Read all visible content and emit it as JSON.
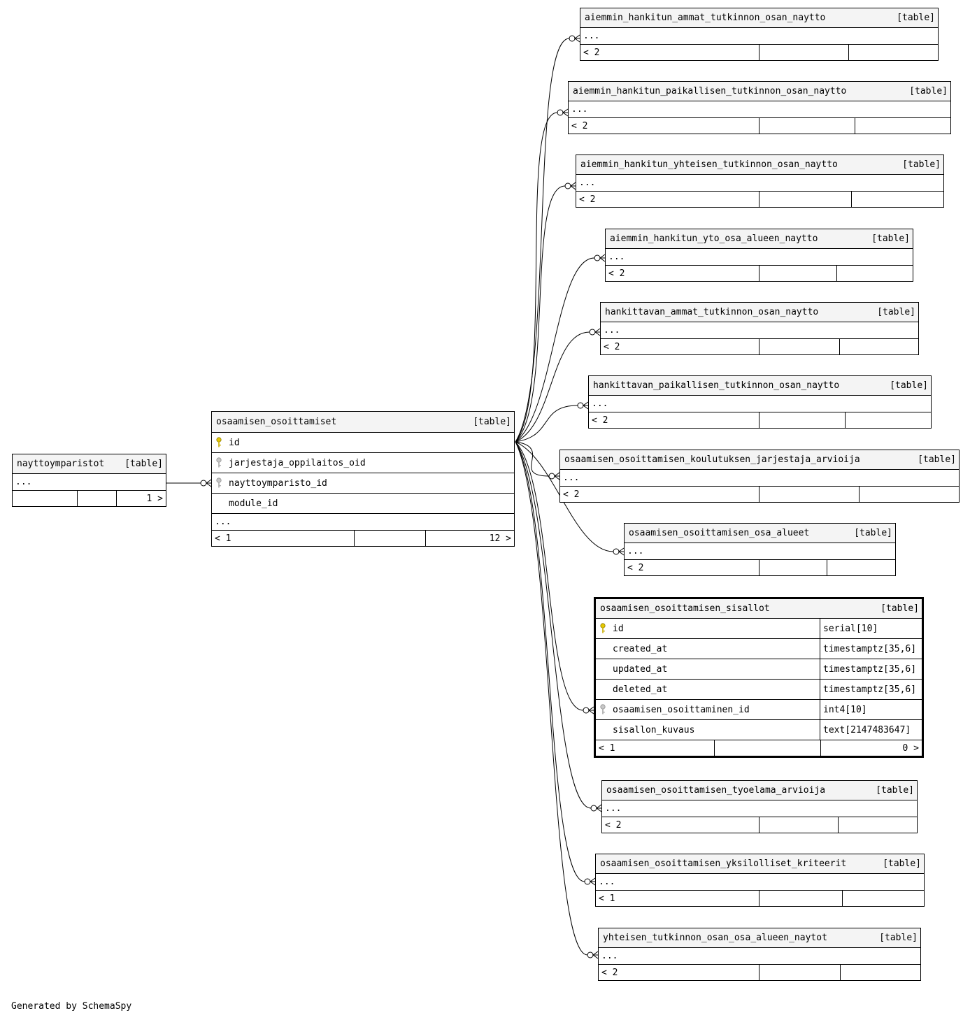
{
  "footer": "Generated by SchemaSpy",
  "kind_label": "[table]",
  "tables": {
    "nayttoymparistot": {
      "name": "nayttoymparistot",
      "ellipsis": "...",
      "footer_left": "",
      "footer_right": "1 >"
    },
    "osaamisen_osoittamiset": {
      "name": "osaamisen_osoittamiset",
      "columns": [
        {
          "name": "id",
          "key": "primary"
        },
        {
          "name": "jarjestaja_oppilaitos_oid",
          "key": "foreign"
        },
        {
          "name": "nayttoymparisto_id",
          "key": "foreign"
        },
        {
          "name": "module_id",
          "key": "none"
        }
      ],
      "ellipsis": "...",
      "footer_left": "< 1",
      "footer_right": "12 >"
    },
    "focus": {
      "name": "osaamisen_osoittamisen_sisallot",
      "columns": [
        {
          "name": "id",
          "type": "serial[10]",
          "key": "primary"
        },
        {
          "name": "created_at",
          "type": "timestamptz[35,6]",
          "key": "none"
        },
        {
          "name": "updated_at",
          "type": "timestamptz[35,6]",
          "key": "none"
        },
        {
          "name": "deleted_at",
          "type": "timestamptz[35,6]",
          "key": "none"
        },
        {
          "name": "osaamisen_osoittaminen_id",
          "type": "int4[10]",
          "key": "foreign"
        },
        {
          "name": "sisallon_kuvaus",
          "type": "text[2147483647]",
          "key": "none"
        }
      ],
      "footer_left": "< 1",
      "footer_right": "0 >"
    },
    "children": [
      {
        "name": "aiemmin_hankitun_ammat_tutkinnon_osan_naytto",
        "ellipsis": "...",
        "footer_left": "< 2"
      },
      {
        "name": "aiemmin_hankitun_paikallisen_tutkinnon_osan_naytto",
        "ellipsis": "...",
        "footer_left": "< 2"
      },
      {
        "name": "aiemmin_hankitun_yhteisen_tutkinnon_osan_naytto",
        "ellipsis": "...",
        "footer_left": "< 2"
      },
      {
        "name": "aiemmin_hankitun_yto_osa_alueen_naytto",
        "ellipsis": "...",
        "footer_left": "< 2"
      },
      {
        "name": "hankittavan_ammat_tutkinnon_osan_naytto",
        "ellipsis": "...",
        "footer_left": "< 2"
      },
      {
        "name": "hankittavan_paikallisen_tutkinnon_osan_naytto",
        "ellipsis": "...",
        "footer_left": "< 2"
      },
      {
        "name": "osaamisen_osoittamisen_koulutuksen_jarjestaja_arvioija",
        "ellipsis": "...",
        "footer_left": "< 2"
      },
      {
        "name": "osaamisen_osoittamisen_osa_alueet",
        "ellipsis": "...",
        "footer_left": "< 2"
      },
      {
        "name": "osaamisen_osoittamisen_tyoelama_arvioija",
        "ellipsis": "...",
        "footer_left": "< 2"
      },
      {
        "name": "osaamisen_osoittamisen_yksilolliset_kriteerit",
        "ellipsis": "...",
        "footer_left": "< 1"
      },
      {
        "name": "yhteisen_tutkinnon_osan_osa_alueen_naytot",
        "ellipsis": "...",
        "footer_left": "< 2"
      }
    ]
  }
}
